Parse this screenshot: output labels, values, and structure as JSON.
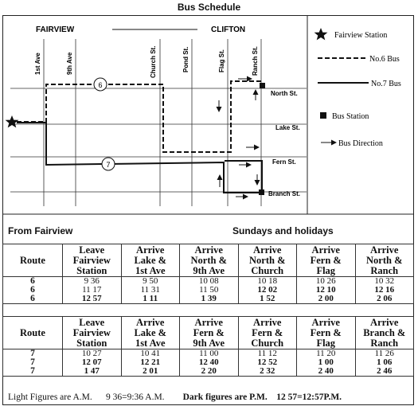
{
  "title": "Bus Schedule",
  "map": {
    "areas": [
      "FAIRVIEW",
      "CLIFTON"
    ],
    "avenues": [
      "1st Ave",
      "9th Ave"
    ],
    "streets_vertical": [
      "Church St.",
      "Pond St.",
      "Flag St.",
      "Ranch St."
    ],
    "streets_horizontal": [
      "North St.",
      "Lake St.",
      "Fern St.",
      "Branch St."
    ],
    "route_markers": [
      "6",
      "7"
    ],
    "legend": {
      "fairview_station": "Fairview Station",
      "no6": "No.6 Bus",
      "no7": "No.7 Bus",
      "bus_station": "Bus Station",
      "direction": "Bus Direction"
    }
  },
  "section": {
    "from": "From Fairview",
    "days": "Sundays and holidays"
  },
  "table1": {
    "headers": [
      [
        "Route"
      ],
      [
        "Leave",
        "Fairview",
        "Station"
      ],
      [
        "Arrive",
        "Lake &",
        "1st Ave"
      ],
      [
        "Arrive",
        "North &",
        "9th Ave"
      ],
      [
        "Arrive",
        "North &",
        "Church"
      ],
      [
        "Arrive",
        "Fern &",
        "Flag"
      ],
      [
        "Arrive",
        "North &",
        "Ranch"
      ]
    ],
    "rows": [
      {
        "route": "6",
        "pm": false,
        "times": [
          "9 36",
          "9 50",
          "10 08",
          "10 18",
          "10 26",
          "10 32"
        ]
      },
      {
        "route": "6",
        "pm": false,
        "times": [
          "11 17",
          "11 31",
          "11 50",
          "12 02",
          "12 10",
          "12 16"
        ],
        "pm_from": 3
      },
      {
        "route": "6",
        "pm": true,
        "times": [
          "12 57",
          "1 11",
          "1 39",
          "1 52",
          "2 00",
          "2 06"
        ]
      }
    ]
  },
  "table2": {
    "headers": [
      [
        "Route"
      ],
      [
        "Leave",
        "Fairview",
        "Station"
      ],
      [
        "Arrive",
        "Lake &",
        "1st Ave"
      ],
      [
        "Arrive",
        "Fern &",
        "9th Ave"
      ],
      [
        "Arrive",
        "Fern &",
        "Church"
      ],
      [
        "Arrive",
        "Fern &",
        "Flag"
      ],
      [
        "Arrive",
        "Branch &",
        "Ranch"
      ]
    ],
    "rows": [
      {
        "route": "7",
        "pm": false,
        "times": [
          "10 27",
          "10 41",
          "11 00",
          "11 12",
          "11 20",
          "11 26"
        ]
      },
      {
        "route": "7",
        "pm": true,
        "times": [
          "12 07",
          "12 21",
          "12 40",
          "12 52",
          "1 00",
          "1 06"
        ]
      },
      {
        "route": "7",
        "pm": true,
        "times": [
          "1 47",
          "2 01",
          "2 20",
          "2 32",
          "2 40",
          "2 46"
        ]
      }
    ]
  },
  "footer": {
    "light": "Light Figures are A.M.",
    "light_example": "9 36=9:36 A.M.",
    "dark": "Dark figures are P.M.",
    "dark_example": "12 57=12:57P.M."
  }
}
